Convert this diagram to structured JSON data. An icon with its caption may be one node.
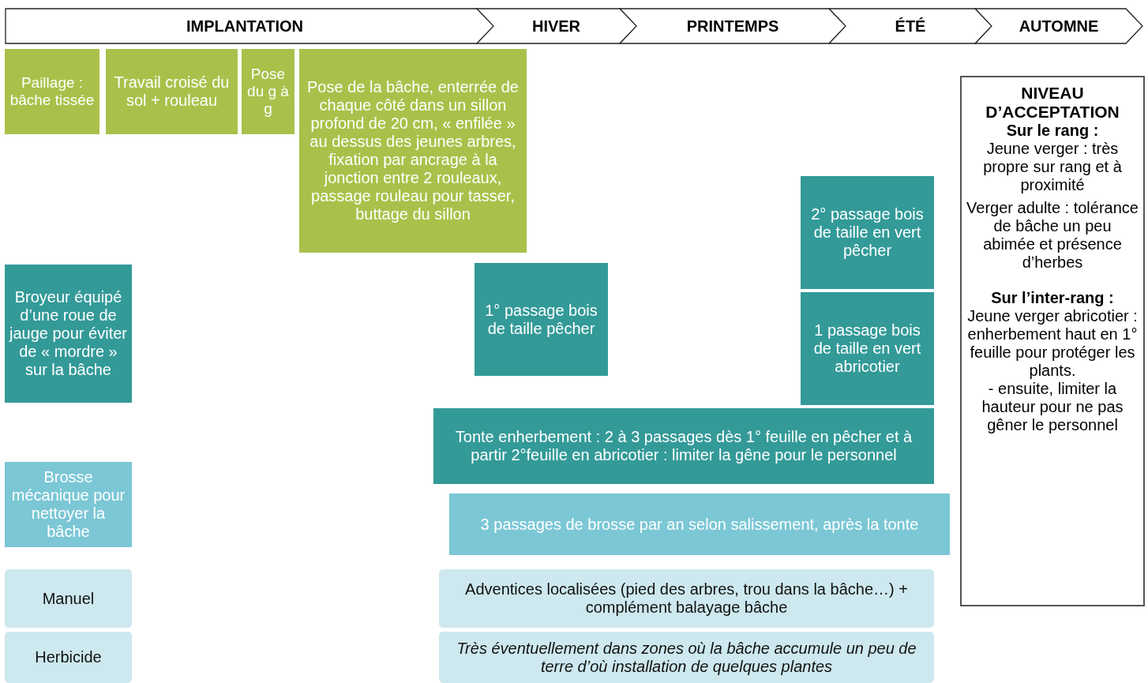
{
  "diagram": {
    "nodes": [
      {
        "text": [
          "IMPLANTATION"
        ]
      },
      {
        "text": [
          "HIVER"
        ]
      },
      {
        "text": [
          "PRINTEMPS"
        ]
      },
      {
        "text": [
          "ÉTÉ"
        ]
      },
      {
        "text": [
          "AUTOMNE"
        ]
      },
      {
        "text": [
          "Paillage : bâche tissée"
        ]
      },
      {
        "text": [
          "Travail croisé du sol + rouleau"
        ]
      },
      {
        "text": [
          "Pose du g à g"
        ]
      },
      {
        "text": [
          "Pose de la bâche, enterrée de chaque côté dans un sillon profond de 20 cm, « enfilée » au dessus des jeunes arbres, fixation par ancrage à la jonction entre 2 rouleaux, passage rouleau pour tasser, buttage du sillon"
        ]
      },
      {
        "text": [
          "2° passage bois de taille en vert pêcher"
        ]
      },
      {
        "text": [
          "Broyeur équipé d’une roue de jauge pour éviter de « mordre » sur la bâche"
        ]
      },
      {
        "text": [
          "1° passage bois de taille pêcher"
        ]
      },
      {
        "text": [
          "1 passage bois de taille en vert abricotier"
        ]
      },
      {
        "text": [
          "Tonte enherbement : 2 à 3 passages dès 1° feuille en pêcher et à partir 2°feuille en abricotier  : limiter la gêne pour le personnel"
        ]
      },
      {
        "text": [
          "Brosse mécanique pour nettoyer la bâche"
        ]
      },
      {
        "text": [
          "3 passages de brosse par an selon salissement, après la tonte"
        ]
      },
      {
        "text": [
          "Manuel"
        ]
      },
      {
        "text": [
          "Adventices localisées (pied des arbres,  trou dans la bâche…) + complément balayage bâche"
        ]
      },
      {
        "text": [
          "Herbicide"
        ]
      },
      {
        "text": [
          "Très éventuellement dans zones où la bâche accumule un peu de terre d’où installation de quelques plantes"
        ]
      },
      {
        "text": [
          "NIVEAU D’ACCEPTATION",
          "Sur le rang :",
          "Jeune verger : très propre sur rang et à proximité",
          "Verger adulte : tolérance de bâche un peu abimée et présence d’herbes",
          "Sur l’inter-rang :",
          "Jeune verger abricotier : enherbement haut en 1° feuille pour protéger les plants.",
          "- ensuite, limiter la hauteur pour ne pas gêner le personnel"
        ]
      }
    ],
    "edges": []
  }
}
